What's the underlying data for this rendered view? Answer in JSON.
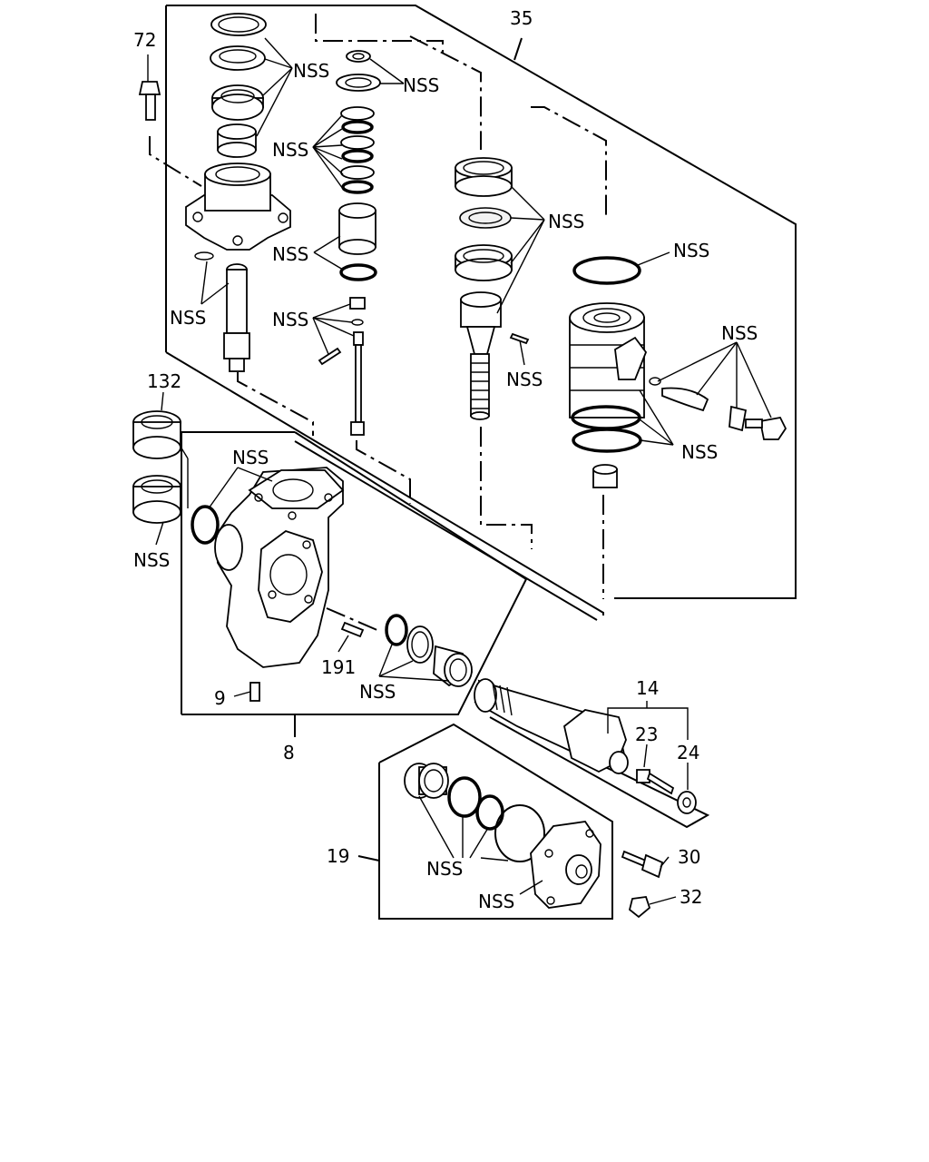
{
  "labels": {
    "l35": "35",
    "l72": "72",
    "l132": "132",
    "l191": "191",
    "l9": "9",
    "l8": "8",
    "l14": "14",
    "l23": "23",
    "l24": "24",
    "l19": "19",
    "l30": "30",
    "l32": "32",
    "nss": "NSS"
  }
}
